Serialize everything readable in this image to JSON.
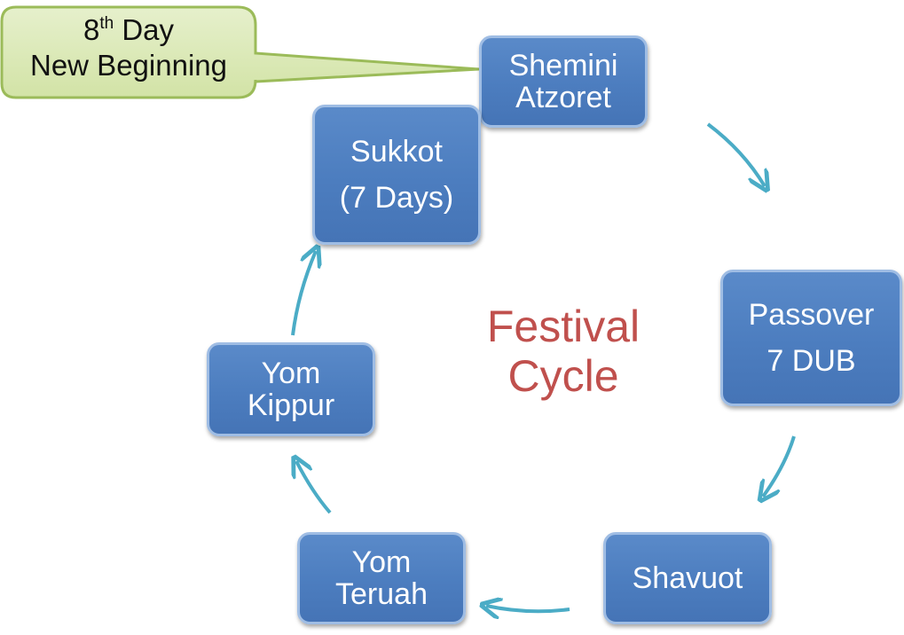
{
  "callout": {
    "line1_number": "8",
    "line1_suffix": "th",
    "line1_rest": " Day",
    "line2": "New Beginning"
  },
  "center": {
    "line1": "Festival",
    "line2": "Cycle"
  },
  "nodes": {
    "shemini_atzoret": {
      "line1": "Shemini",
      "line2": "Atzoret"
    },
    "sukkot": {
      "line1": "Sukkot",
      "line2": "(7 Days)"
    },
    "passover": {
      "line1": "Passover",
      "line2": "7 DUB"
    },
    "shavuot": {
      "line1": "Shavuot"
    },
    "yom_teruah": {
      "line1": "Yom",
      "line2": "Teruah"
    },
    "yom_kippur": {
      "line1": "Yom",
      "line2": "Kippur"
    }
  },
  "colors": {
    "node_fill": "#4f81bd",
    "node_border": "#9fbde4",
    "arrow": "#4bacc6",
    "center_text": "#c0504d",
    "callout_fill": "#d8e8b4",
    "callout_border": "#9bbb59"
  }
}
